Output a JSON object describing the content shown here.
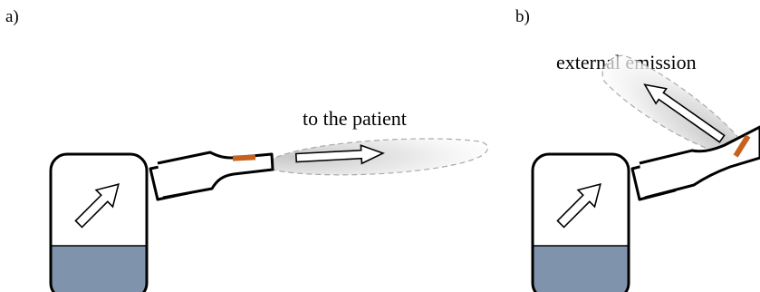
{
  "panels": [
    {
      "id": "a",
      "label": "a)",
      "caption": "to the patient"
    },
    {
      "id": "b",
      "label": "b)",
      "caption": "external emission"
    }
  ],
  "colors": {
    "liquid": "#8093ad",
    "stroke": "#000000",
    "valve": "#c8601e",
    "plume": "#d6d6d6",
    "plume_edge": "#aaaaaa",
    "background": "#ffffff"
  }
}
